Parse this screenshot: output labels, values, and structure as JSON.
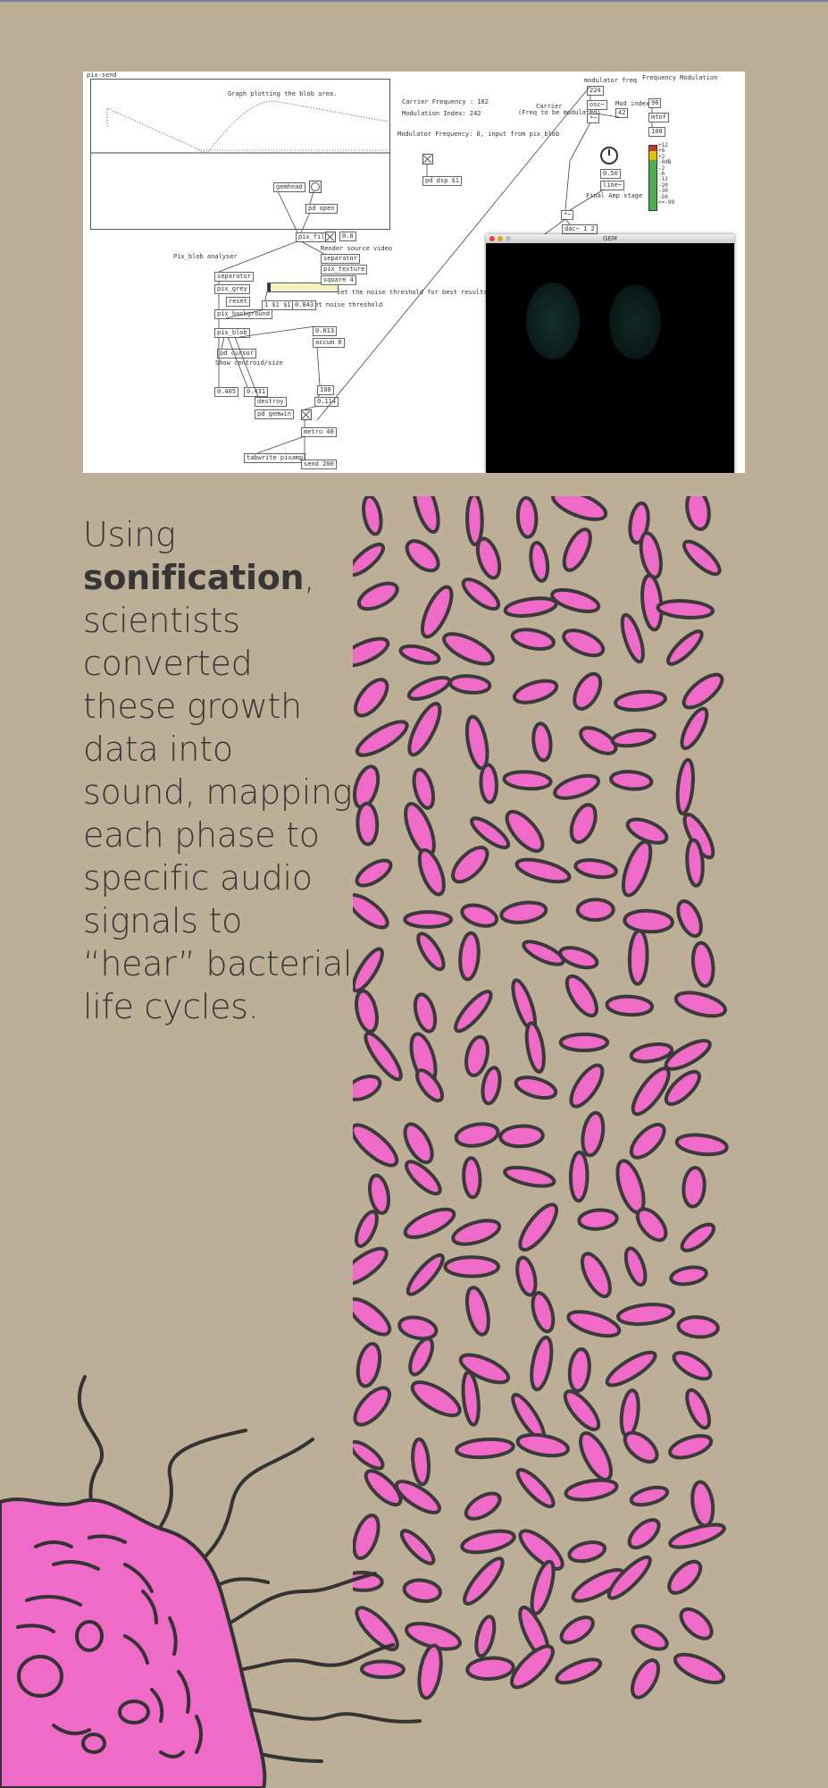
{
  "pd_patch": {
    "window_title": "pix-send",
    "graph_label": "Graph plotting the blob area.",
    "carrier_frequency": "Carrier Frequency : 182",
    "modulation_index": "Modulation Index: 242",
    "modulator_frequency_note": "Modulator Frequency: 0, input from pix_blob",
    "carrier_label": "Carrier",
    "carrier_note": "(Freq to be modulated)",
    "modulator_freq_label": "modulator freq",
    "mod_index_label": "Mod index",
    "frequency_modulation_label": "Frequency Modulation",
    "final_amp_label": "Final Amp stage",
    "pix_blob_analyser_label": "Pix_blob analyser",
    "render_source_label": "Render source video",
    "noise_threshold_note": "set the noise threshold for best results",
    "set_noise_label": "Set noise threshold",
    "show_centroid_label": "Show centroid/size",
    "objects": {
      "gemhead": "gemhead",
      "pd_open": "pd open",
      "pix_film": "pix_film",
      "separator": "separator",
      "pix_grey": "pix_grey",
      "reset": "reset",
      "pix_background": "pix_background",
      "set_msg": "1 $1 $1",
      "pix_blob": "pix_blob",
      "pd_cursor": "pd cursor",
      "separator2": "separator",
      "pix_texture": "pix_texture",
      "square": "square 4",
      "gemwin": "pd gemwin",
      "destroy": "destroy",
      "gem_dsp": "pd dsp $1",
      "osc": "osc~",
      "mul": "*~",
      "line": "line~",
      "mtof": "mtof",
      "dac": "dac~ 1 2",
      "val_100": "100",
      "toggle_val": "0.114",
      "metro": "metro 40",
      "tabwrite": "tabwrite pixamp",
      "send": "send 200",
      "accum": "accum 8"
    },
    "numbers": {
      "n1": "0.405",
      "n2": "0.431",
      "n3": "0.8",
      "n4": "0.843",
      "n5": "0.013",
      "n6": "224",
      "n7": "42",
      "n8": "98",
      "n9": "100",
      "n10": "0.50"
    },
    "meter_labels": [
      "+12",
      "+6",
      "+2",
      "-0dB",
      "-2",
      "-6",
      "-12",
      "-20",
      "-30",
      "-50",
      "<=-99"
    ],
    "gem_title": "GEM"
  },
  "caption": {
    "line_start": "Using ",
    "bold": "sonification",
    "line_rest": ", scientists converted these growth data into sound, mapping each phase to specific audio signals to “hear” bacterial life cycles."
  },
  "colors": {
    "background": "#bdae97",
    "bacteria_fill": "#f06ac8",
    "outline": "#3a3a3a",
    "text": "#383634"
  }
}
